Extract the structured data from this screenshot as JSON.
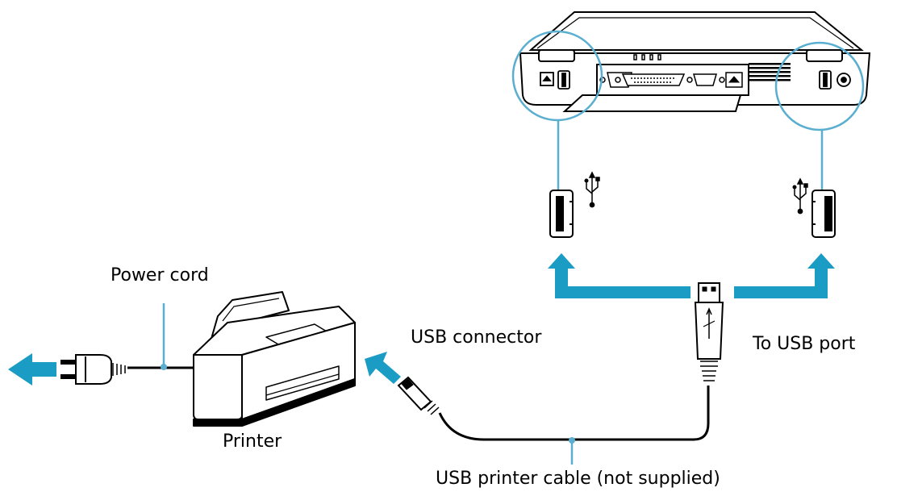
{
  "labels": {
    "power_cord": "Power cord",
    "usb_connector": "USB connector",
    "to_usb_port": "To USB port",
    "printer": "Printer",
    "usb_printer_cable": "USB printer cable (not supplied)"
  },
  "colors": {
    "accent": "#1a9cc4",
    "line": "#000000",
    "highlight_ring": "#5aaed0"
  },
  "icons": [
    "usb-trident-icon",
    "usb-trident-icon"
  ]
}
